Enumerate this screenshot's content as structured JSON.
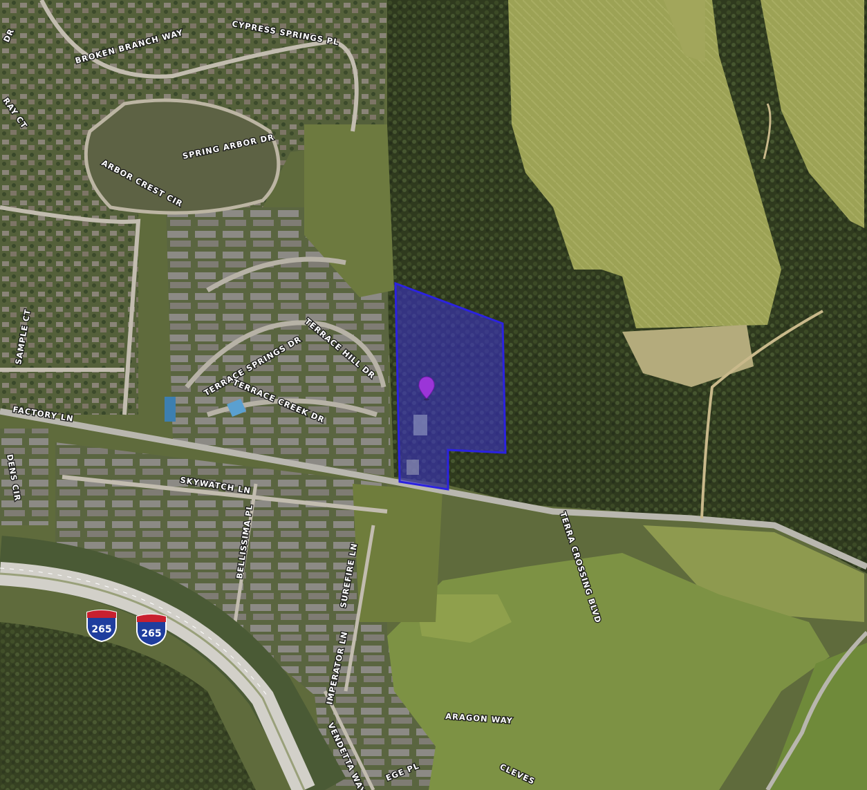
{
  "map": {
    "view": "satellite",
    "parcel_color": "#3a2fd6",
    "pin_color": "#9b35d8"
  },
  "roads": [
    {
      "id": "dr",
      "label": "DR"
    },
    {
      "id": "cypress-springs-pl",
      "label": "CYPRESS SPRINGS PL"
    },
    {
      "id": "broken-branch-way",
      "label": "BROKEN BRANCH WAY"
    },
    {
      "id": "ray-ct",
      "label": "RAY CT"
    },
    {
      "id": "spring-arbor-dr",
      "label": "SPRING ARBOR DR"
    },
    {
      "id": "arbor-crest-cir",
      "label": "ARBOR CREST CIR"
    },
    {
      "id": "terrace-hill-dr",
      "label": "TERRACE HILL DR"
    },
    {
      "id": "terrace-springs-dr",
      "label": "TERRACE SPRINGS DR"
    },
    {
      "id": "terrace-creek-dr",
      "label": "TERRACE CREEK DR"
    },
    {
      "id": "sample-ct",
      "label": "SAMPLE CT"
    },
    {
      "id": "factory-ln",
      "label": "FACTORY LN"
    },
    {
      "id": "dens-cir",
      "label": "DENS CIR"
    },
    {
      "id": "skywatch-ln",
      "label": "SKYWATCH LN"
    },
    {
      "id": "bellissima-pl",
      "label": "BELLISSIMA PL"
    },
    {
      "id": "surefire-ln",
      "label": "SUREFIRE LN"
    },
    {
      "id": "terra-crossing-blvd",
      "label": "TERRA CROSSING BLVD"
    },
    {
      "id": "imperator-ln",
      "label": "IMPERATOR LN"
    },
    {
      "id": "vendetta-way",
      "label": "VENDETTA WAY"
    },
    {
      "id": "ege-pl",
      "label": "EGE PL"
    },
    {
      "id": "aragon-way",
      "label": "ARAGON WAY"
    },
    {
      "id": "cleves",
      "label": "CLEVES"
    }
  ],
  "highway": {
    "shield_number_1": "265",
    "shield_number_2": "265",
    "shield_blue": "#1f3d9e",
    "shield_red": "#c8202f"
  }
}
